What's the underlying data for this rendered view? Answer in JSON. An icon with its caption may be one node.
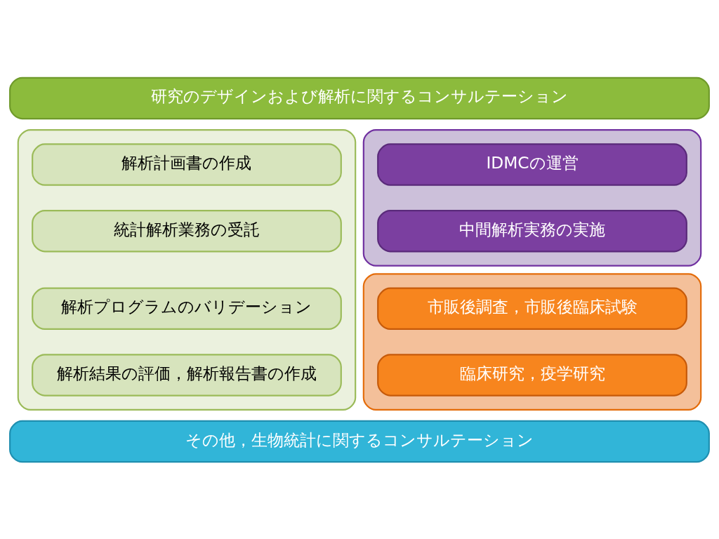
{
  "diagram": {
    "nodes": [
      {
        "text": [
          "研究のデザインおよび解析に関するコンサルテーション"
        ]
      },
      {
        "text": [],
        "shape": "box"
      },
      {
        "text": [
          "解析計画書の作成"
        ],
        "in": 1
      },
      {
        "text": [
          "統計解析業務の受託"
        ],
        "in": 1
      },
      {
        "text": [
          "解析プログラムのバリデーション"
        ],
        "in": 1
      },
      {
        "text": [
          "解析結果の評価，解析報告書の作成"
        ],
        "in": 1
      },
      {
        "text": [],
        "shape": "box"
      },
      {
        "text": [
          "IDMCの運営"
        ],
        "in": 6
      },
      {
        "text": [
          "中間解析実務の実施"
        ],
        "in": 6
      },
      {
        "text": [],
        "shape": "box"
      },
      {
        "text": [
          "市販後調査，市販後臨床試験"
        ],
        "in": 9
      },
      {
        "text": [
          "臨床研究，疫学研究"
        ],
        "in": 9
      },
      {
        "text": [
          "その他，生物統計に関するコンサルテーション"
        ]
      }
    ]
  }
}
